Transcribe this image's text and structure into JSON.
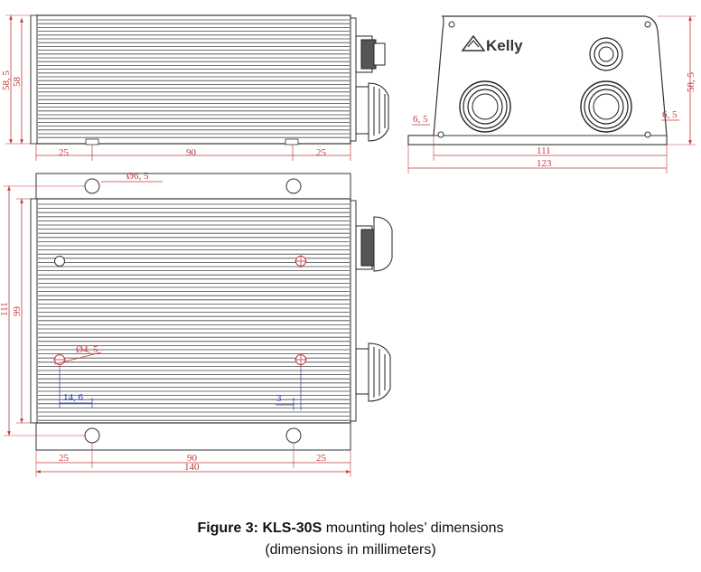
{
  "figure": {
    "caption_prefix": "Figure 3:",
    "model": "KLS-30S",
    "caption_rest": "mounting holes’ dimensions",
    "caption_sub": "(dimensions in millimeters)"
  },
  "logo": {
    "brand": "Kelly"
  },
  "side_view": {
    "dims": {
      "height_outer": "58, 5",
      "height_inner": "58",
      "left": "25",
      "middle": "90",
      "right": "25"
    }
  },
  "end_view": {
    "dims": {
      "height": "58, 5",
      "flange_left": "6, 5",
      "flange_right": "6, 5",
      "inner_width": "111",
      "outer_width": "123"
    }
  },
  "top_view": {
    "dims": {
      "hole_large": "Ø6, 5",
      "hole_small": "Ø4, 5",
      "height_outer": "111",
      "height_inner": "99",
      "offset_x": "14, 6",
      "offset_small": "3",
      "left": "25",
      "middle": "90",
      "right": "25",
      "total": "140"
    }
  },
  "colors": {
    "outline": "#333333",
    "dimension": "#c23a3a",
    "dimension_alt": "#2b3fb5"
  }
}
